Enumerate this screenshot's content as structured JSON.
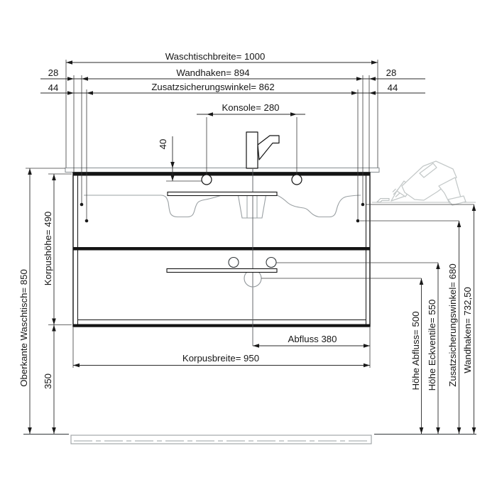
{
  "drawing": {
    "type": "technical-installation-drawing",
    "subject": "bathroom washbasin vanity with dimensions (mm)",
    "top": {
      "waschtischbreite": "Waschtischbreite= 1000",
      "wandhaken": "Wandhaken= 894",
      "offset_28_left": "28",
      "offset_28_right": "28",
      "zusatzsicherungswinkel": "Zusatzsicherungswinkel= 862",
      "offset_44_left": "44",
      "offset_44_right": "44",
      "konsole": "Konsole= 280",
      "hole_offset_40": "40"
    },
    "left": {
      "oberkante": "Oberkante Waschtisch= 850",
      "korpushoehe": "Korpushöhe= 490",
      "sockel_350": "350"
    },
    "bottom": {
      "abfluss": "Abfluss 380",
      "korpusbreite": "Korpusbreite= 950"
    },
    "right": {
      "hoehe_abfluss": "Höhe Abfluss= 500",
      "hoehe_eckventile": "Höhe Eckventile= 550",
      "zusatzsicherungswinkel": "Zusatzsicherungswinkel= 680",
      "wandhaken": "Wandhaken= 732,50"
    },
    "icons": {
      "drill": "power-drill-line-art",
      "wall_hook": "wall-hook-line-art"
    },
    "colors": {
      "line": "#1a1a1a",
      "secondary_gray": "#8e9498",
      "light_gray": "#c3c8c8",
      "background": "#ffffff"
    }
  }
}
